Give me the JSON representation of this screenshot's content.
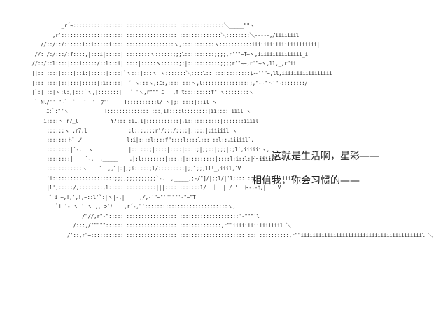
{
  "dialogue": {
    "line_1": "……这就是生活啊，星彩——",
    "line_2": "相信我，你会习惯的——"
  },
  "ascii_art": [
    "                _r´~:::::::::::::::::::::::::::::::::::::::::::::::::::＼_____\"\"ヽ",
    "             ,r'::::::::::::::::::::::::::::::::::::::::::::::::::::::＼::::::::＼-----,/iiiiiiil",
    "         //::/::/:i::::i::i:::::i:::::::::::::::;:::::ヽ,:::::::::::ヽ:::::::::::iiiiiiiiiiiiiiiiiiiiii|",
    "       //::/:/:::/:f::::,|:::i|:::::|:::::::::ヽ::::::;;;l::::::::::;;;;,r''\"~T~ヽ,iiiiiiiiiiiiiii_i",
    "      //::/::l::::|:::i:::::/::l:::i|:::::|:::::ヽ::::::;:|:::::::::::;;;;r'\"~~,r'\"~ヽ,ll,_,r\"ii",
    "      ||::|::::|::::|::i:|:::::|::::|`ヽ:::|:::ヽ_ヽ:::::::＼::::l:::::::::::::::レ-''\"~,ll,iiiiiiiiiiiiiiiii",
    "      |:::|::::|::|:::|:::::|:i:::::|  ゛ヽ:::ヽ,:ﾆ:,::::::::ヽ,l::::::::::::::::;,\"-~\"ト'\"~::::::::/",
    "      |`:|:::|ヽ:l:,|:::`ヽ,|:::::::|   ゛'ヽ,r\"\"\"Tﾆ__ ,f_t:::::::::f\"`ヽ::::::::ヽ",
    "       ` Nl/'''\"~`  ゛  ゛ '  ﾌ''|    T::::::::::l/_ヽ|;::::::|::il ヽ",
    "          !ﾆ:`:\"\"ヽ            T::::::::::::::::::,i!::::l::::::::|ii::::!iiil ヽ",
    "          i::::ヽ r7_l           Y7:::::i1,i|:::::::::::|,i:::::::::::|:::::::iiiil",
    "          |::::::ヽ ,r7,l             !;l::;,;;;r'/:::/;;::|;;;;;|:iiiiil ヽ",
    "          |:::::::ト゛ノ               l:i|:::;l::::f\":::;l::::l;::::;l::,iiiiil`,",
    "          |::::::::|`-.  ヽ            |::|:::;|::::|::::|::::;|;;::|;;;|:;l`,iiiiiiヽ,",
    "          |::::::::|    `-.  ,_____    ,|;l:::::::;|;;;;;|::::::::::|;;;;l;i;;l;|`,iiiiil`ヽ,",
    "          |::::::::::::ヽ    `  ,,l|:|;;i:::::;l/:::::::::|;;l;;;ll!_,iiil,`V",
    "           'i:::::::::::::::::::::;;;;;;;;;;;;;;`-.  ,_____,;-/\"]/|;;l/|'l;:::::::::;||l-ヽiiil/",
    "           |l',:::::/,::::::::,l::::::::::::::::|||::::::::::::l/  ｜  | / '  ト-.-ﾛ,|    V",
    "            ゛i ~,!,',!,~::l'`:|ヽ|-,|     ,/,-'\"~\"'\"\"\"\"'-\"~\"T",
    "              `i '- ヽ ' ヽ ,, >'ﾉ    ,r´-,\"'::::::::::::::::::::::::::::ヽ,",
    "                       /\"//,r\"-\"::::::::::::::::::::::::::::::::::::::::::::'-\"\"\"'l",
    "                    /:::,/\"\"\"\"\":::::::::::::::::::::::::::::::::::::::,r\"\"iiiiiiiiiiiiiiiil ＼",
    "                  /'::,r\"~:::::::::::::::::::::::::::::::::::::::::::::::::::::::::::::::::::,r\"\"iiiiiiiiiiiiiiiiiiiiiiiiiiiiiiiiiiiiiiiiil ＼"
  ]
}
